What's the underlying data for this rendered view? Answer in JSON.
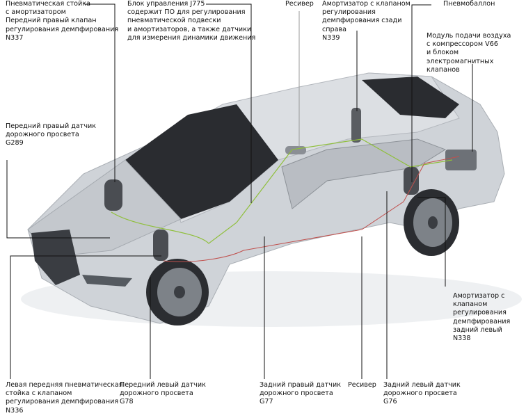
{
  "labels": {
    "front_right_strut": "Пневматическая стойка\nс амортизатором\nПередний правый клапан\nрегулирования демпфирования\nN337",
    "control_unit": "Блок управления J775\nсодержит ПО для регулирования\nпневматической подвески\nи амортизаторов, а также датчики\nдля измерения динамики движения",
    "receiver_top": "Ресивер",
    "rear_right_damper": "Амортизатор с клапаном\nрегулирования\nдемпфирования сзади\nсправа\nN339",
    "air_spring": "Пневмобаллон",
    "air_supply_module": "Модуль подачи воздуха\nс компрессором V66\nи блоком электромагнитных\nклапанов",
    "front_right_sensor": "Передний правый датчик\nдорожного просвета\nG289",
    "rear_left_damper": "Амортизатор с клапаном\nрегулирования\nдемпфирования\nзадний левый\nN338",
    "front_left_strut": "Левая передняя пневматическая\nстойка с клапаном\nрегулирования демпфирования\nN336",
    "front_left_sensor": "Передний левый датчик\nдорожного просвета\nG78",
    "rear_right_sensor": "Задний правый датчик\nдорожного просвета\nG77",
    "receiver_bottom": "Ресивер",
    "rear_left_sensor": "Задний левый датчик\nдорожного просвета\nG76"
  },
  "colors": {
    "body": "#c9cdd2",
    "glass": "#2a2c30",
    "line": "#111111",
    "pipe_green": "#8fbf3a",
    "pipe_red": "#c0504d"
  }
}
